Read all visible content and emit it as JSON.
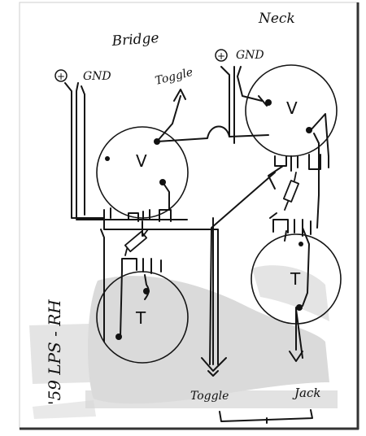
{
  "labels": {
    "bridge": "Bridge",
    "neck": "Neck",
    "gnd_left": "GND",
    "gnd_right": "GND",
    "plus": "+",
    "toggle_top": "Toggle",
    "toggle_bottom": "Toggle",
    "jack": "Jack",
    "side_title": "'59 LPS - RH",
    "pot_bridge_volume": "V",
    "pot_neck_volume": "V",
    "pot_bridge_tone": "T",
    "pot_neck_tone": "T"
  },
  "colors": {
    "ink": "#141414",
    "shadow": "#d2d2d2",
    "border": "#555555"
  }
}
